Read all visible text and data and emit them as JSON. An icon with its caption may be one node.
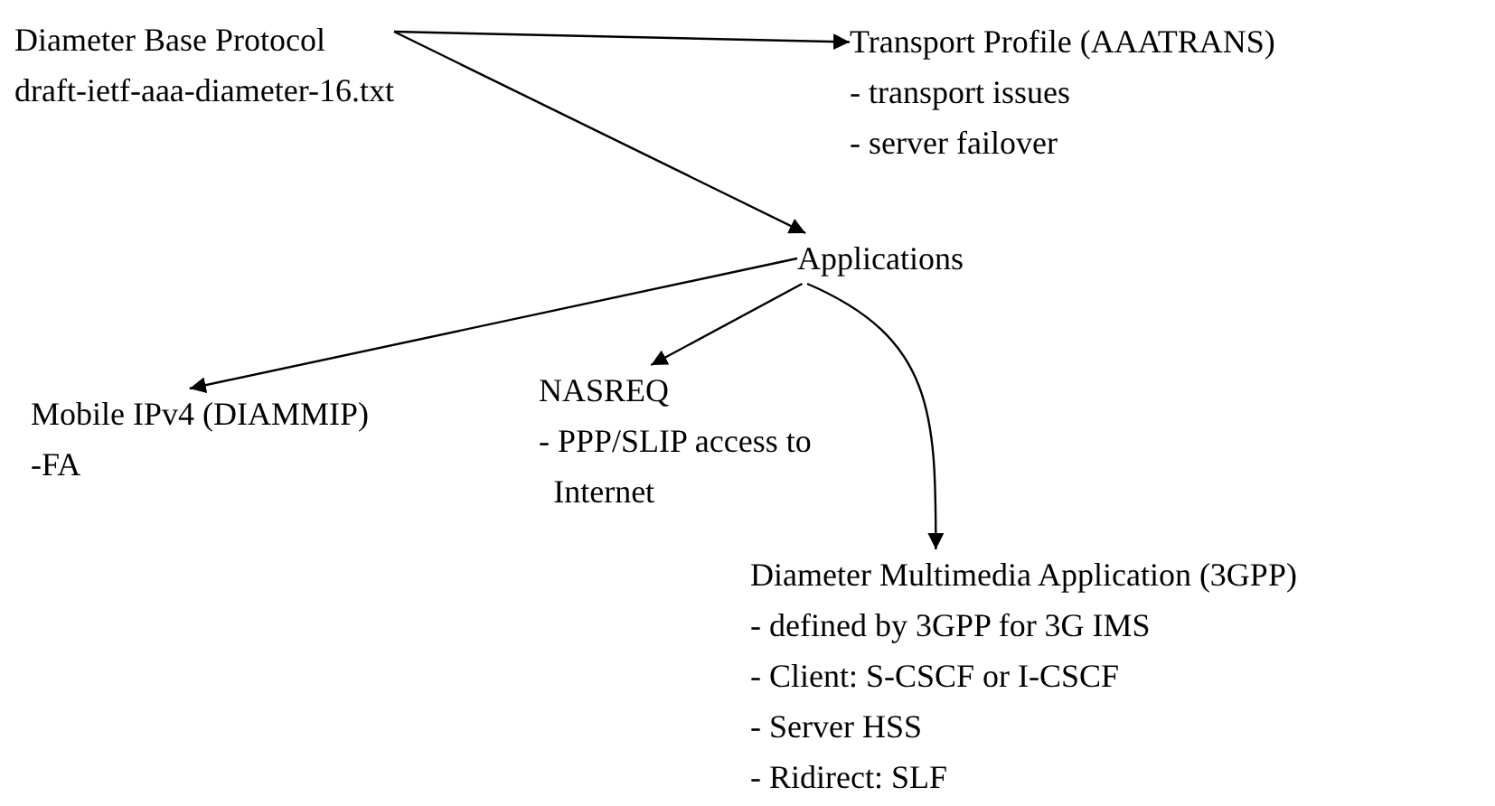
{
  "diagram": {
    "nodes": [
      {
        "text": [
          "Diameter Base Protocol",
          "draft-ietf-aaa-diameter-16.txt"
        ]
      },
      {
        "text": [
          "Transport Profile (AAATRANS)",
          "- transport issues",
          "- server failover"
        ]
      },
      {
        "text": [
          "Applications"
        ]
      },
      {
        "text": [
          "Mobile IPv4 (DIAMMIP)",
          "-FA"
        ]
      },
      {
        "text": [
          "NASREQ",
          "- PPP/SLIP access to Internet"
        ]
      },
      {
        "text": [
          "Diameter Multimedia Application (3GPP)",
          "- defined by 3GPP for 3G IMS",
          "- Client: S-CSCF or I-CSCF",
          "- Server HSS",
          "- Ridirect: SLF"
        ]
      }
    ],
    "edges": [
      {
        "from": 0,
        "to": 1,
        "arrow": "to"
      },
      {
        "from": 0,
        "to": 2,
        "arrow": "to"
      },
      {
        "from": 2,
        "to": 3,
        "arrow": "to"
      },
      {
        "from": 2,
        "to": 4,
        "arrow": "to"
      },
      {
        "from": 2,
        "to": 5,
        "arrow": "to"
      }
    ]
  }
}
